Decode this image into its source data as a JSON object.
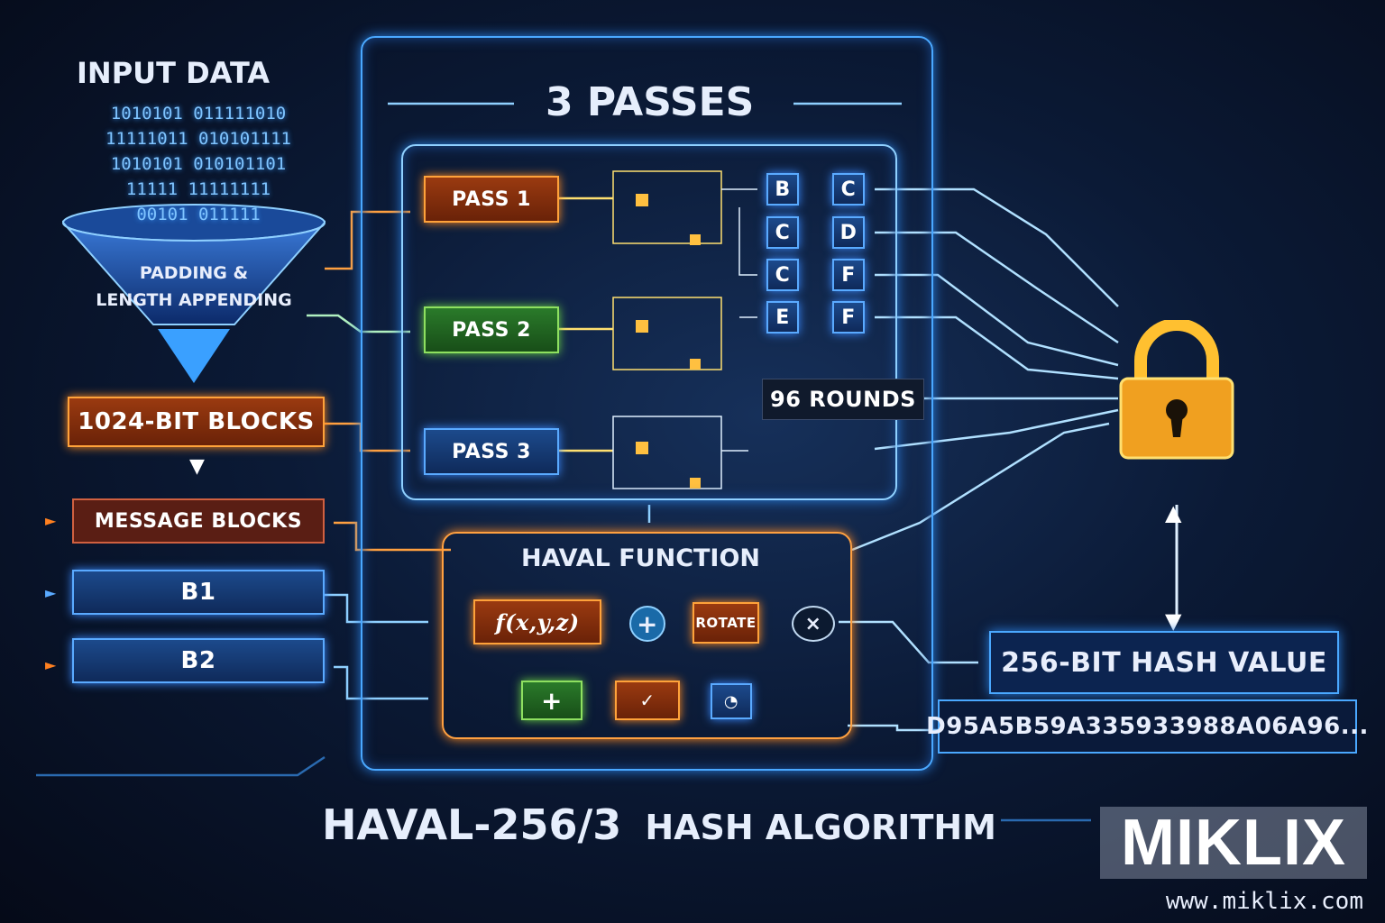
{
  "input": {
    "title": "INPUT DATA",
    "binary_rows": [
      "1010101 011111010",
      "11111011 010101111",
      "1010101 010101101",
      "11111 11111111",
      "00101 011111"
    ],
    "funnel_label_1": "PADDING &",
    "funnel_label_2": "LENGTH APPENDING"
  },
  "blocks": {
    "bit_blocks": "1024-BIT BLOCKS",
    "message_blocks": "MESSAGE BLOCKS",
    "b1": "B1",
    "b2": "B2"
  },
  "passes": {
    "title": "3 PASSES",
    "items": [
      "PASS 1",
      "PASS 2",
      "PASS 3"
    ],
    "registers": [
      [
        "B",
        "C"
      ],
      [
        "C",
        "D"
      ],
      [
        "C",
        "F"
      ],
      [
        "E",
        "F"
      ]
    ],
    "rounds": "96 ROUNDS"
  },
  "haval_function": {
    "title": "HAVAL FUNCTION",
    "f": "f(x,y,z)",
    "plus": "+",
    "rotate": "ROTATE",
    "times": "×"
  },
  "output": {
    "hash_label": "256-BIT HASH VALUE",
    "hash_value": "D95A5B59A335933988A06A96..."
  },
  "footer_title_a": "HAVAL-256/3",
  "footer_title_b": "HASH ALGORITHM",
  "watermark": {
    "brand": "MIKLIX",
    "url": "www.miklix.com"
  },
  "colors": {
    "orange": "#ffa23a",
    "blue": "#4aa8ff",
    "green": "#8ee060",
    "gold": "#ffc030"
  }
}
